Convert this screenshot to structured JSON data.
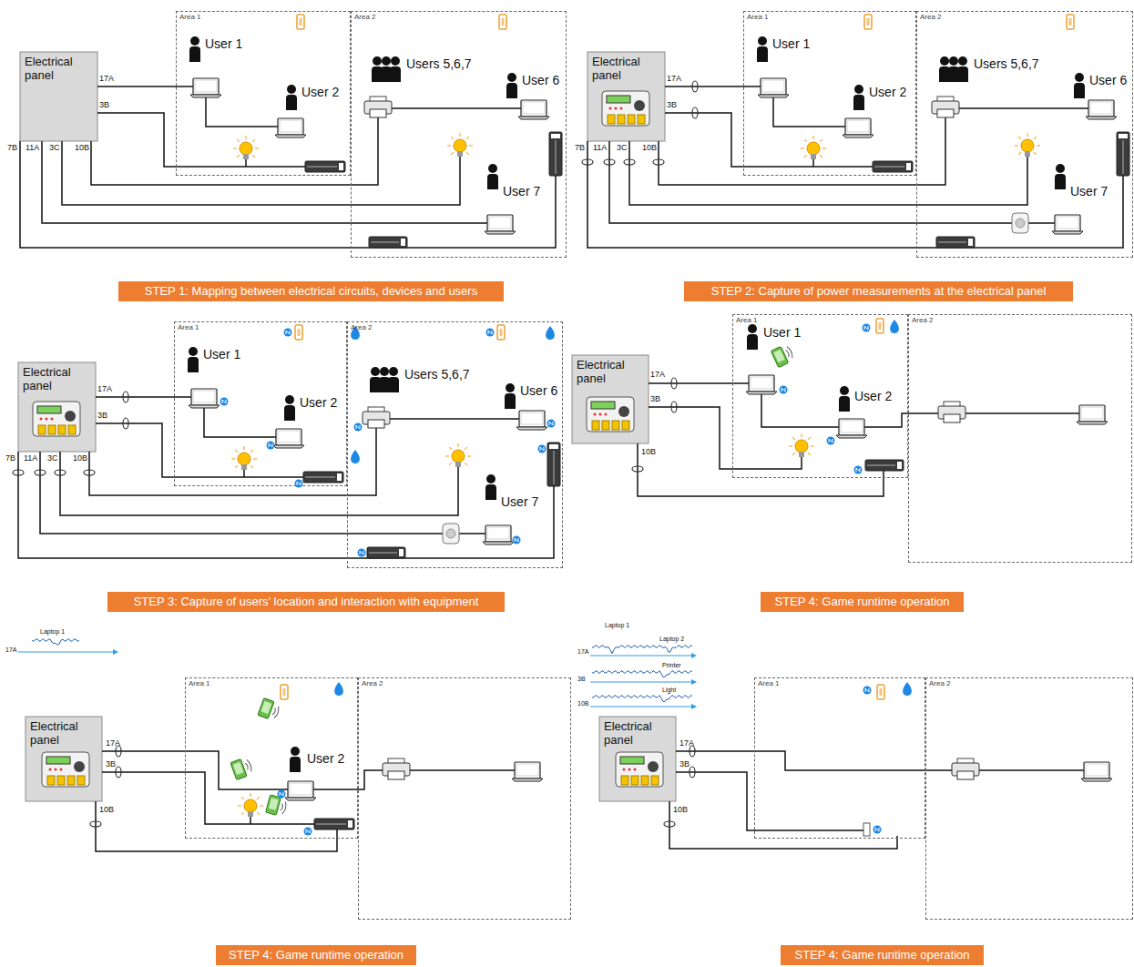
{
  "diagram": {
    "nodes": [
      {
        "text": [
          "Electrical panel"
        ]
      },
      {
        "text": [
          "Area 1"
        ]
      },
      {
        "text": [
          "Area 2"
        ]
      },
      {
        "text": [
          "STEP 1: Mapping between electrical circuits, devices and users"
        ]
      },
      {
        "text": [
          "Electrical panel"
        ]
      },
      {
        "text": [
          "Area 1"
        ]
      },
      {
        "text": [
          "Area 2"
        ]
      },
      {
        "text": [
          "STEP 2: Capture of power measurements at the electrical panel"
        ]
      },
      {
        "text": [
          "Electrical panel"
        ]
      },
      {
        "text": [
          "Area 1"
        ]
      },
      {
        "text": [
          "Area 2"
        ]
      },
      {
        "text": [
          "STEP 3: Capture of users’ location and interaction with equipment"
        ]
      },
      {
        "text": [
          "Electrical panel"
        ]
      },
      {
        "text": [
          "Area 1"
        ]
      },
      {
        "text": [
          "Area 2"
        ]
      },
      {
        "text": [
          "STEP 4: Game runtime operation"
        ]
      },
      {
        "text": [
          "Electrical panel"
        ]
      },
      {
        "text": [
          "Area 1"
        ]
      },
      {
        "text": [
          "Area 2"
        ]
      },
      {
        "text": [
          "STEP 4: Game runtime operation"
        ]
      },
      {
        "text": [
          "Electrical panel"
        ]
      },
      {
        "text": [
          "Area 1"
        ]
      },
      {
        "text": [
          "Area 2"
        ]
      },
      {
        "text": [
          "STEP 4: Game runtime operation"
        ]
      }
    ],
    "labels": [
      "User 1",
      "User 2",
      "Users 5,6,7",
      "User 6",
      "User 7",
      "17A",
      "3B",
      "7B",
      "11A",
      "3C",
      "10B",
      "User 1",
      "User 2",
      "Users 5,6,7",
      "User 6",
      "User 7",
      "17A",
      "3B",
      "7B",
      "11A",
      "3C",
      "10B",
      "User 1",
      "User 2",
      "Users 5,6,7",
      "User 6",
      "User 7",
      "17A",
      "3B",
      "7B",
      "11A",
      "3C",
      "10B",
      "User 1",
      "User 2",
      "17A",
      "3B",
      "10B",
      "Laptop 1",
      "17A",
      "User 2",
      "17A",
      "3B",
      "10B",
      "Laptop 1",
      "Laptop 2",
      "17A",
      "3B",
      "Printer",
      "10B",
      "Light",
      "17A",
      "3B",
      "10B"
    ]
  }
}
